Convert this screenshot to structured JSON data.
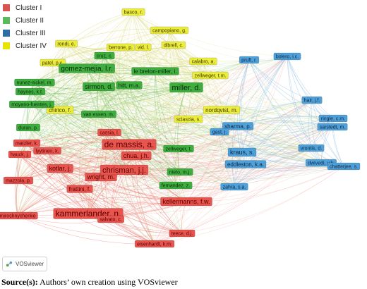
{
  "legend": [
    {
      "label": "Cluster I",
      "color": "#d9534f"
    },
    {
      "label": "Cluster II",
      "color": "#5cb85c"
    },
    {
      "label": "Cluster III",
      "color": "#2e6da4"
    },
    {
      "label": "Cluster IV",
      "color": "#e5e500"
    }
  ],
  "cluster_colors": {
    "1": {
      "fill": "#e8544e",
      "text": "#5a0000",
      "line": "#ef7a72"
    },
    "2": {
      "fill": "#3fae3f",
      "text": "#0b2a0b",
      "line": "#7fc36a"
    },
    "3": {
      "fill": "#4f9fd8",
      "text": "#0b2a45",
      "line": "#8fbfe3"
    },
    "4": {
      "fill": "#ecec3c",
      "text": "#3a3a00",
      "line": "#d5d56a"
    }
  },
  "nodes": [
    {
      "id": "basco",
      "label": "basco, r.",
      "cluster": 4
    },
    {
      "id": "campopiano",
      "label": "campopiano, g.",
      "cluster": 4
    },
    {
      "id": "rondi",
      "label": "rondi, e.",
      "cluster": 4
    },
    {
      "id": "berrone",
      "label": "berrone, p.",
      "cluster": 4
    },
    {
      "id": "vid",
      "label": "vid. l.",
      "cluster": 4
    },
    {
      "id": "dibrell",
      "label": "dibrell, c.",
      "cluster": 4
    },
    {
      "id": "patel",
      "label": "patel, p.c.",
      "cluster": 4
    },
    {
      "id": "calabro",
      "label": "calabro, a.",
      "cluster": 4
    },
    {
      "id": "chirico",
      "label": "chirico, f.",
      "cluster": 4
    },
    {
      "id": "nordqvist",
      "label": "nordqvist, m.",
      "cluster": 4
    },
    {
      "id": "zellweger_tm",
      "label": "zellweger, t.m.",
      "cluster": 4
    },
    {
      "id": "sciascia",
      "label": "sciascia, s.",
      "cluster": 4
    },
    {
      "id": "cruz",
      "label": "cruz, c.",
      "cluster": 2
    },
    {
      "id": "gomez",
      "label": "gomez-mejia, l.r.",
      "cluster": 2
    },
    {
      "id": "lebreton",
      "label": "le breton-miller, i.",
      "cluster": 2
    },
    {
      "id": "nunez",
      "label": "nunez-nickel, m.",
      "cluster": 2
    },
    {
      "id": "haynes",
      "label": "haynes, k.t.",
      "cluster": 2
    },
    {
      "id": "moyano",
      "label": "moyano-fuentes, j.",
      "cluster": 2
    },
    {
      "id": "simon",
      "label": "sirmon, d.",
      "cluster": 2
    },
    {
      "id": "hitt",
      "label": "hitt, m.a.",
      "cluster": 2
    },
    {
      "id": "miller",
      "label": "miller, d.",
      "cluster": 2
    },
    {
      "id": "vanessen",
      "label": "van essen, m.",
      "cluster": 2
    },
    {
      "id": "duran",
      "label": "duran, p.",
      "cluster": 2
    },
    {
      "id": "zellweger_t",
      "label": "zellweger, t.",
      "cluster": 2
    },
    {
      "id": "nieto",
      "label": "nieto, m.j.",
      "cluster": 2
    },
    {
      "id": "fernandez",
      "label": "fernandez, z.",
      "cluster": 2
    },
    {
      "id": "cassia",
      "label": "cassia, l.",
      "cluster": 1
    },
    {
      "id": "demassis",
      "label": "de massis, a.",
      "cluster": 1
    },
    {
      "id": "matzler",
      "label": "matzler, k.",
      "cluster": 1
    },
    {
      "id": "lyytinen",
      "label": "lyytinen, k.",
      "cluster": 1
    },
    {
      "id": "hauck",
      "label": "hauck, j.",
      "cluster": 1
    },
    {
      "id": "kotlar",
      "label": "kotlar, j.",
      "cluster": 1
    },
    {
      "id": "wright",
      "label": "wright, m.",
      "cluster": 1
    },
    {
      "id": "chua",
      "label": "chua, j.h.",
      "cluster": 1
    },
    {
      "id": "chrisman",
      "label": "chrisman, j.j.",
      "cluster": 1
    },
    {
      "id": "mazzola",
      "label": "mazzola, p.",
      "cluster": 1
    },
    {
      "id": "frattini",
      "label": "frattini, f.",
      "cluster": 1
    },
    {
      "id": "kammerlander",
      "label": "kammerlander, n.",
      "cluster": 1
    },
    {
      "id": "kellermanns",
      "label": "kellermanns, f.w.",
      "cluster": 1
    },
    {
      "id": "mroshnychenko",
      "label": "miroshnychenko",
      "cluster": 1
    },
    {
      "id": "salvato",
      "label": "salvato, c.",
      "cluster": 1
    },
    {
      "id": "teece",
      "label": "teece, d.j.",
      "cluster": 1
    },
    {
      "id": "eisenhardt",
      "label": "eisenhardt, k.m.",
      "cluster": 1
    },
    {
      "id": "pruft",
      "label": "pruft, r.",
      "cluster": 3
    },
    {
      "id": "bolero",
      "label": "bolero, i.c.",
      "cluster": 3
    },
    {
      "id": "hair",
      "label": "hair, j.f.",
      "cluster": 3
    },
    {
      "id": "ringle",
      "label": "ringle, c.m.",
      "cluster": 3
    },
    {
      "id": "sarstedt",
      "label": "sarstedt, m.",
      "cluster": 3
    },
    {
      "id": "sharma",
      "label": "sharma, p.",
      "cluster": 3
    },
    {
      "id": "gast",
      "label": "gast, j.",
      "cluster": 3
    },
    {
      "id": "kraus",
      "label": "kraus, s.",
      "cluster": 3
    },
    {
      "id": "eddleston",
      "label": "eddleston, k.a.",
      "cluster": 3
    },
    {
      "id": "vrontis",
      "label": "vrontis, d.",
      "cluster": 3
    },
    {
      "id": "dwivedi",
      "label": "dwivedi, y.k.",
      "cluster": 3
    },
    {
      "id": "chatterjee",
      "label": "chatterjee, s.",
      "cluster": 3
    },
    {
      "id": "zahra",
      "label": "zahra, s.a.",
      "cluster": 3
    }
  ],
  "watermark": "VOSviewer",
  "caption": {
    "bold": "Source(s):",
    "text": " Authors’ own creation using VOSviewer"
  }
}
